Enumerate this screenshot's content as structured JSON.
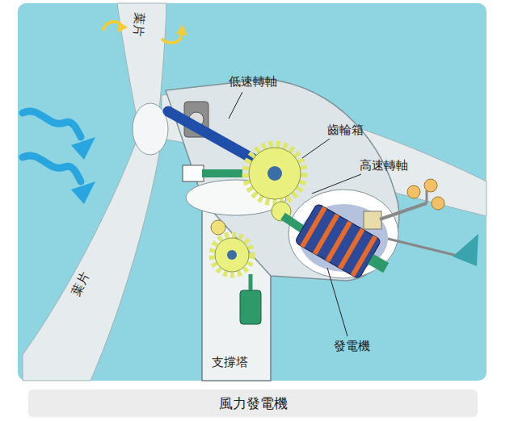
{
  "diagram": {
    "caption": "風力發電機",
    "labels": [
      "葉片",
      "低速轉軸",
      "齒輪箱",
      "高速轉軸",
      "葉片",
      "發電機",
      "支撐塔"
    ]
  }
}
